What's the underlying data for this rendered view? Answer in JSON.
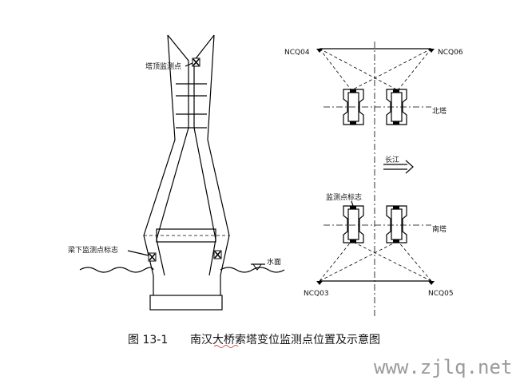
{
  "labels": {
    "tower_top_point": "塔顶监测点",
    "under_beam_mark": "梁下监测点标志",
    "water_surface": "水面",
    "ncq04": "NCQ04",
    "ncq06": "NCQ06",
    "ncq03": "NCQ03",
    "ncq05": "NCQ05",
    "north_tower": "北塔",
    "south_tower": "南塔",
    "yangtze": "长江",
    "monitor_mark": "监测点标志"
  },
  "caption": {
    "number": "图 13-1",
    "title": "南汉大桥索塔变位监测点位置及示意图"
  },
  "watermark": "www.zjlq.net"
}
